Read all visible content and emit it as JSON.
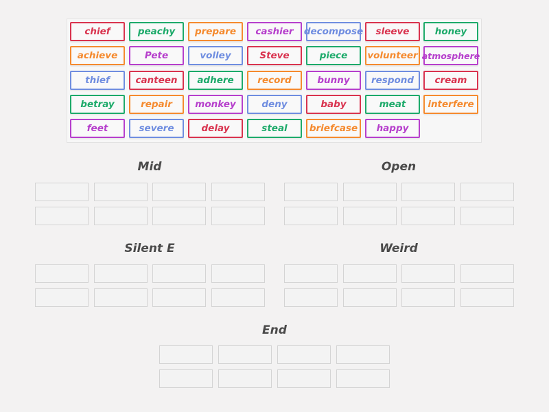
{
  "word_bank": [
    {
      "word": "chief",
      "color": "red"
    },
    {
      "word": "peachy",
      "color": "green"
    },
    {
      "word": "prepare",
      "color": "orange"
    },
    {
      "word": "cashier",
      "color": "purple"
    },
    {
      "word": "decompose",
      "color": "blue"
    },
    {
      "word": "sleeve",
      "color": "red"
    },
    {
      "word": "honey",
      "color": "green"
    },
    {
      "word": "achieve",
      "color": "orange"
    },
    {
      "word": "Pete",
      "color": "purple"
    },
    {
      "word": "volley",
      "color": "blue"
    },
    {
      "word": "Steve",
      "color": "red"
    },
    {
      "word": "piece",
      "color": "green"
    },
    {
      "word": "volunteer",
      "color": "orange"
    },
    {
      "word": "atmosphere",
      "color": "purple"
    },
    {
      "word": "thief",
      "color": "blue"
    },
    {
      "word": "canteen",
      "color": "red"
    },
    {
      "word": "adhere",
      "color": "green"
    },
    {
      "word": "record",
      "color": "orange"
    },
    {
      "word": "bunny",
      "color": "purple"
    },
    {
      "word": "respond",
      "color": "blue"
    },
    {
      "word": "cream",
      "color": "red"
    },
    {
      "word": "betray",
      "color": "green"
    },
    {
      "word": "repair",
      "color": "orange"
    },
    {
      "word": "monkey",
      "color": "purple"
    },
    {
      "word": "deny",
      "color": "blue"
    },
    {
      "word": "baby",
      "color": "red"
    },
    {
      "word": "meat",
      "color": "green"
    },
    {
      "word": "interfere",
      "color": "orange"
    },
    {
      "word": "feet",
      "color": "purple"
    },
    {
      "word": "severe",
      "color": "blue"
    },
    {
      "word": "delay",
      "color": "red"
    },
    {
      "word": "steal",
      "color": "green"
    },
    {
      "word": "briefcase",
      "color": "orange"
    },
    {
      "word": "happy",
      "color": "purple"
    }
  ],
  "groups": [
    {
      "title": "Mid"
    },
    {
      "title": "Open"
    },
    {
      "title": "Silent E"
    },
    {
      "title": "Weird"
    },
    {
      "title": "End"
    }
  ],
  "colors": {
    "red": "#d9334e",
    "green": "#1daa6a",
    "orange": "#f58a2e",
    "purple": "#b63fcc",
    "blue": "#6f8de0"
  }
}
